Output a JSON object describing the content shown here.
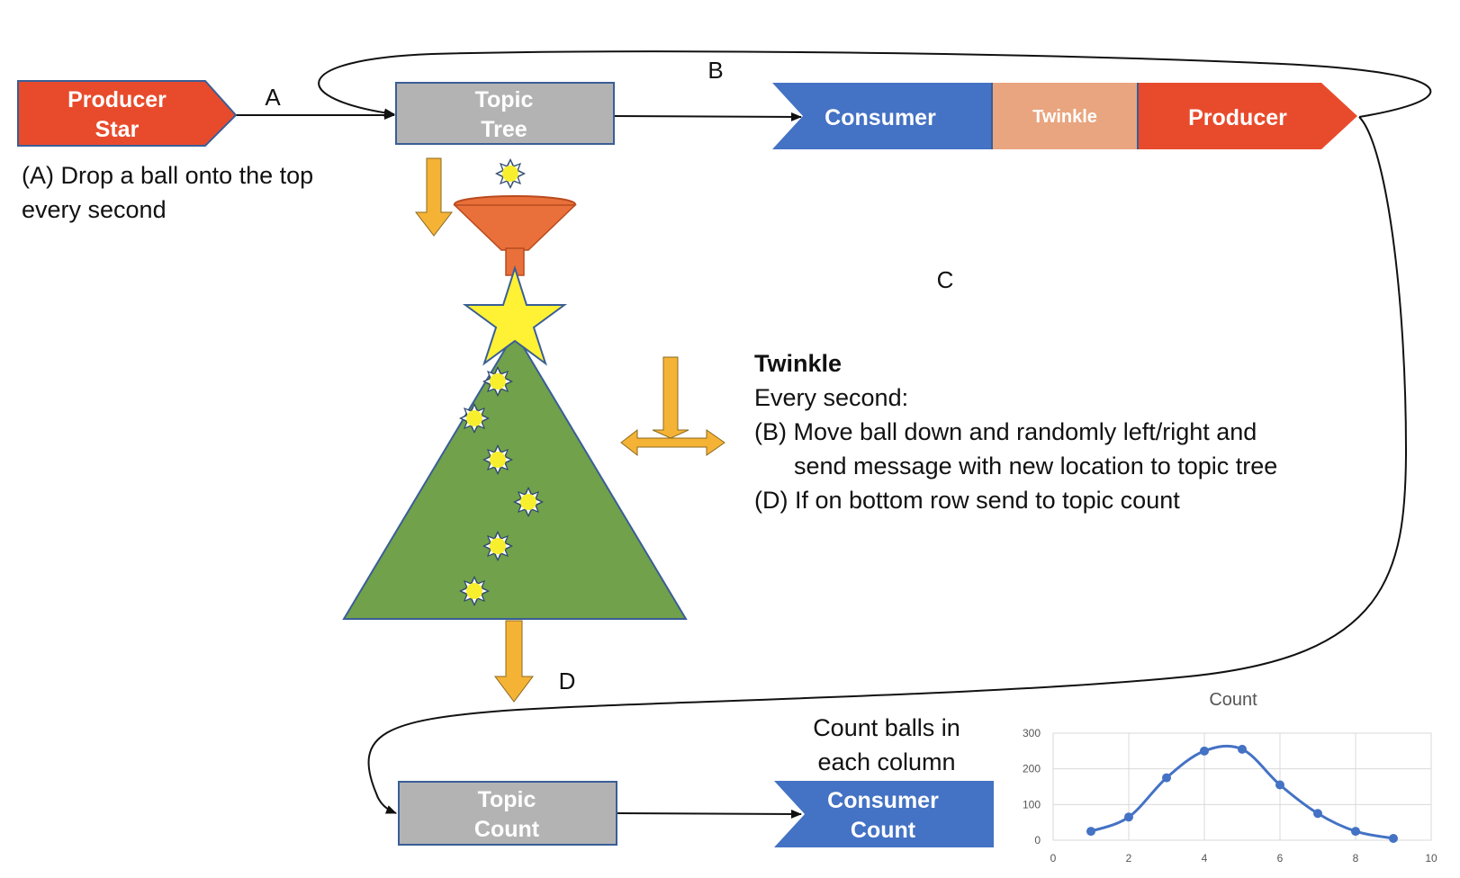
{
  "colors": {
    "producer": "#E84B2C",
    "topic": "#B3B3B3",
    "consumer": "#4472C4",
    "twinkle_box": "#E9A57F",
    "arrow_fill": "#F5B335",
    "tree": "#71A14B",
    "star": "#FFF134",
    "funnel": "#E9703A"
  },
  "nodes": {
    "producer_star": {
      "line1": "Producer",
      "line2": "Star"
    },
    "topic_tree": {
      "line1": "Topic",
      "line2": "Tree"
    },
    "consumer": "Consumer",
    "twinkle": "Twinkle",
    "producer": "Producer",
    "topic_count": {
      "line1": "Topic",
      "line2": "Count"
    },
    "consumer_count": {
      "line1": "Consumer",
      "line2": "Count"
    }
  },
  "edge_labels": {
    "a": "A",
    "b": "B",
    "c": "C",
    "d": "D"
  },
  "notes": {
    "drop": {
      "line1": "(A) Drop a ball onto the top",
      "line2": "every second"
    },
    "twinkle": {
      "title": "Twinkle",
      "line1": "Every second:",
      "line2": "(B) Move ball down and randomly left/right and",
      "line3": "send message with new location to topic tree",
      "line4": "(D) If on bottom row send to topic count"
    },
    "count": {
      "line1": "Count balls in",
      "line2": "each column"
    }
  },
  "chart_data": {
    "type": "line",
    "title": "Count",
    "x": [
      1,
      2,
      3,
      4,
      5,
      6,
      7,
      8,
      9
    ],
    "series": [
      {
        "values": [
          25,
          65,
          175,
          250,
          255,
          155,
          75,
          25,
          5
        ]
      }
    ],
    "xlim": [
      0,
      10
    ],
    "ylim": [
      0,
      300
    ],
    "xticks": [
      "0",
      "2",
      "4",
      "6",
      "8",
      "10"
    ],
    "yticks": [
      "0",
      "100",
      "200",
      "300"
    ],
    "grid": true,
    "color": "#4472C4"
  }
}
